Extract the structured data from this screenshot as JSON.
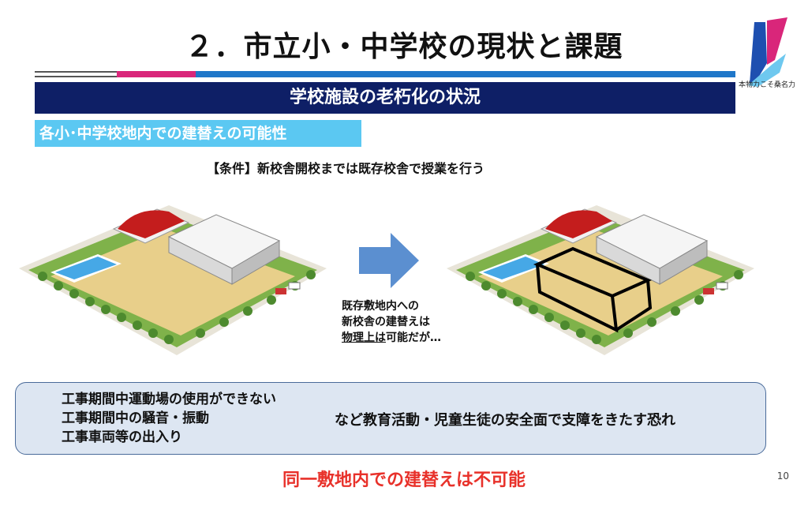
{
  "title": "２．市立小・中学校の現状と課題",
  "logo": {
    "tagline": "本物力こそ桑名力",
    "colors": {
      "blue": "#1e4fb0",
      "pink": "#d9267a",
      "sky": "#6ec8ef"
    }
  },
  "banner": "学校施設の老朽化の状況",
  "sub_banner": "各小･中学校地内での建替えの可能性",
  "condition": "【条件】新校舎開校までは既存校舎で授業を行う",
  "middle_note": {
    "line1": "既存敷地内への",
    "line2": "新校舎の建替えは",
    "line3_underlined": "物理上は",
    "line3_rest": "可能だが…"
  },
  "issues": [
    "工事期間中運動場の使用ができない",
    "工事期間中の騒音・振動",
    "工事車両等の出入り"
  ],
  "consequence": "など教育活動・児童生徒の安全面で支障をきたす恐れ",
  "conclusion": "同一敷地内での建替えは不可能",
  "page_number": "10",
  "colors": {
    "banner": "#0e1f66",
    "sub_banner": "#5bc8f2",
    "conclusion": "#e8312a",
    "arrow": "#5b8fd0"
  }
}
